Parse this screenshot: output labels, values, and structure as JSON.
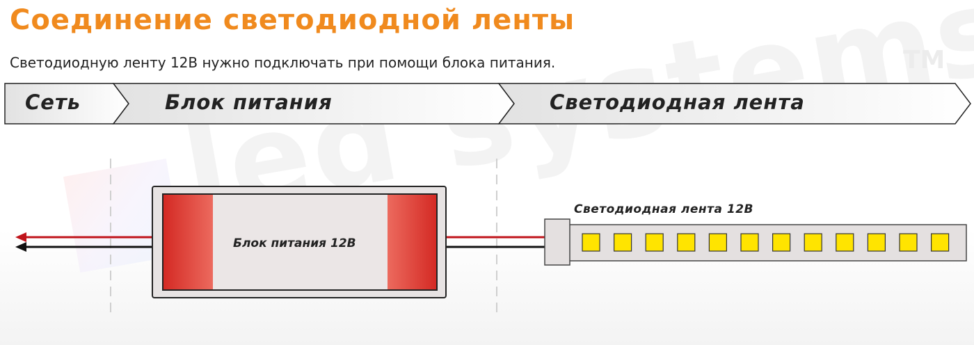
{
  "title": "Соединение светодиодной ленты",
  "subtitle": "Светодиодную ленту 12В нужно подключать при помощи блока питания.",
  "watermark": "led systems",
  "trademark": "TM",
  "stages": [
    {
      "label": "Сеть"
    },
    {
      "label": "Блок питания"
    },
    {
      "label": "Светодиодная лента"
    }
  ],
  "power_supply": {
    "label": "Блок питания 12В"
  },
  "led_strip": {
    "label": "Светодиодная лента 12В",
    "led_count": 12
  },
  "colors": {
    "title": "#F08A1E",
    "wire_positive": "#C0141B",
    "wire_negative": "#111111",
    "psu_red": "#E0403A",
    "led_yellow": "#FFE400",
    "strip_body": "#E4E0E0"
  }
}
